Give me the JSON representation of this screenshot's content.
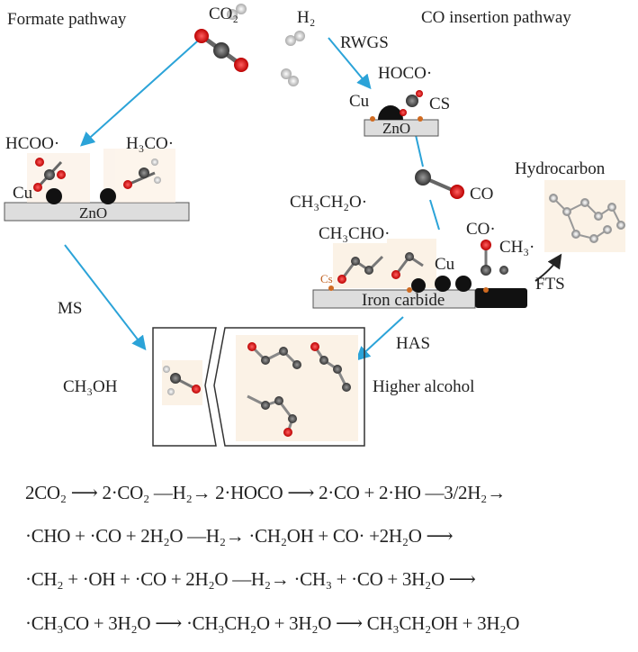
{
  "labels": {
    "formate_pathway": "Formate pathway",
    "co2": "CO₂",
    "h2": "H₂",
    "co_insertion_pathway": "CO insertion pathway",
    "rwgs": "RWGS",
    "hoco": "HOCO·",
    "cu_top": "Cu",
    "cs_top": "CS",
    "zno_top": "ZnO",
    "hcoo": "HCOO·",
    "h3co": "H₃CO·",
    "cu_left": "Cu",
    "zno_left": "ZnO",
    "hydrocarbon": "Hydrocarbon",
    "co": "CO",
    "ch3ch2o": "CH₃CH₂O·",
    "ch3cho": "CH₃CHO·",
    "co_rad": "CO·",
    "ch3": "CH₃·",
    "cu_right": "Cu",
    "cs_right": "Cs",
    "iron_carbide": "Iron carbide",
    "fts": "FTS",
    "ms": "MS",
    "has": "HAS",
    "ch3oh": "CH₃OH",
    "higher_alcohol": "Higher alcohol"
  },
  "equations": [
    "2CO₂ ⟶ 2·CO₂ —H₂→ 2·HOCO ⟶ 2·CO + 2·HO —3/2H₂→",
    "·CHO + ·CO + 2H₂O —H₂→ ·CH₂OH + CO· +2H₂O ⟶",
    "·CH₂ + ·OH + ·CO + 2H₂O —H₂→ ·CH₃ + ·CO + 3H₂O ⟶",
    "·CH₃CO + 3H₂O ⟶ ·CH₃CH₂O + 3H₂O ⟶ CH₃CH₂OH + 3H₂O"
  ],
  "colors": {
    "arrow": "#2ba3d8",
    "oxygen": "#d42020",
    "carbon": "#555555",
    "cs": "#d06a20"
  }
}
